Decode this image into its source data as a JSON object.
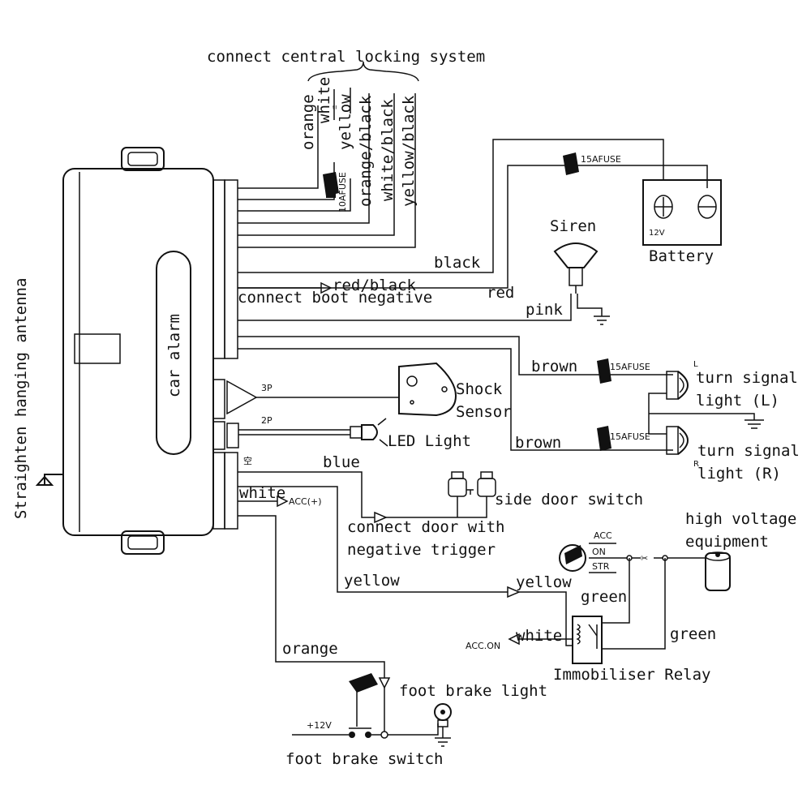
{
  "title": "connect central locking system",
  "antenna_label": "Straighten hanging antenna",
  "alarm_unit_label": "car alarm",
  "lock_wires": [
    "orange",
    "white",
    "yellow",
    "orange/black",
    "white/black",
    "yellow/black"
  ],
  "fuse_10a": "10AFUSE",
  "fuse_15a": "15AFUSE",
  "battery": {
    "label": "Battery",
    "voltage": "12V"
  },
  "siren_label": "Siren",
  "wire_labels": {
    "black": "black",
    "red_black": "red/black",
    "red": "red",
    "pink": "pink",
    "brown_top": "brown",
    "brown_bottom": "brown",
    "blue": "blue",
    "white_acc": "white",
    "yellow": "yellow",
    "yellow_relay": "yellow",
    "green_top": "green",
    "green_right": "green",
    "white_relay": "white",
    "orange": "orange"
  },
  "boot_label": "connect boot negative",
  "connector_3p": "3P",
  "connector_2p": "2P",
  "connector_empty": "空",
  "shock_sensor": [
    "Shock",
    "Sensor"
  ],
  "led_light": "LED Light",
  "turn_signal_left": [
    "turn signal",
    "light (L)"
  ],
  "turn_signal_right": [
    "turn signal",
    "light (R)"
  ],
  "lamp_l_marker": "L",
  "lamp_r_marker": "R",
  "acc_plus": "ACC(+)",
  "side_door_switch": "side door switch",
  "door_trigger": [
    "connect door with",
    "negative trigger"
  ],
  "ignition": {
    "acc": "ACC",
    "on": "ON",
    "str": "STR"
  },
  "high_voltage": [
    "high voltage",
    "equipment"
  ],
  "acc_on": "ACC.ON",
  "immobiliser_relay": "Immobiliser Relay",
  "foot_brake_light": "foot brake light",
  "plus_12v": "+12V",
  "foot_brake_switch": "foot brake switch"
}
